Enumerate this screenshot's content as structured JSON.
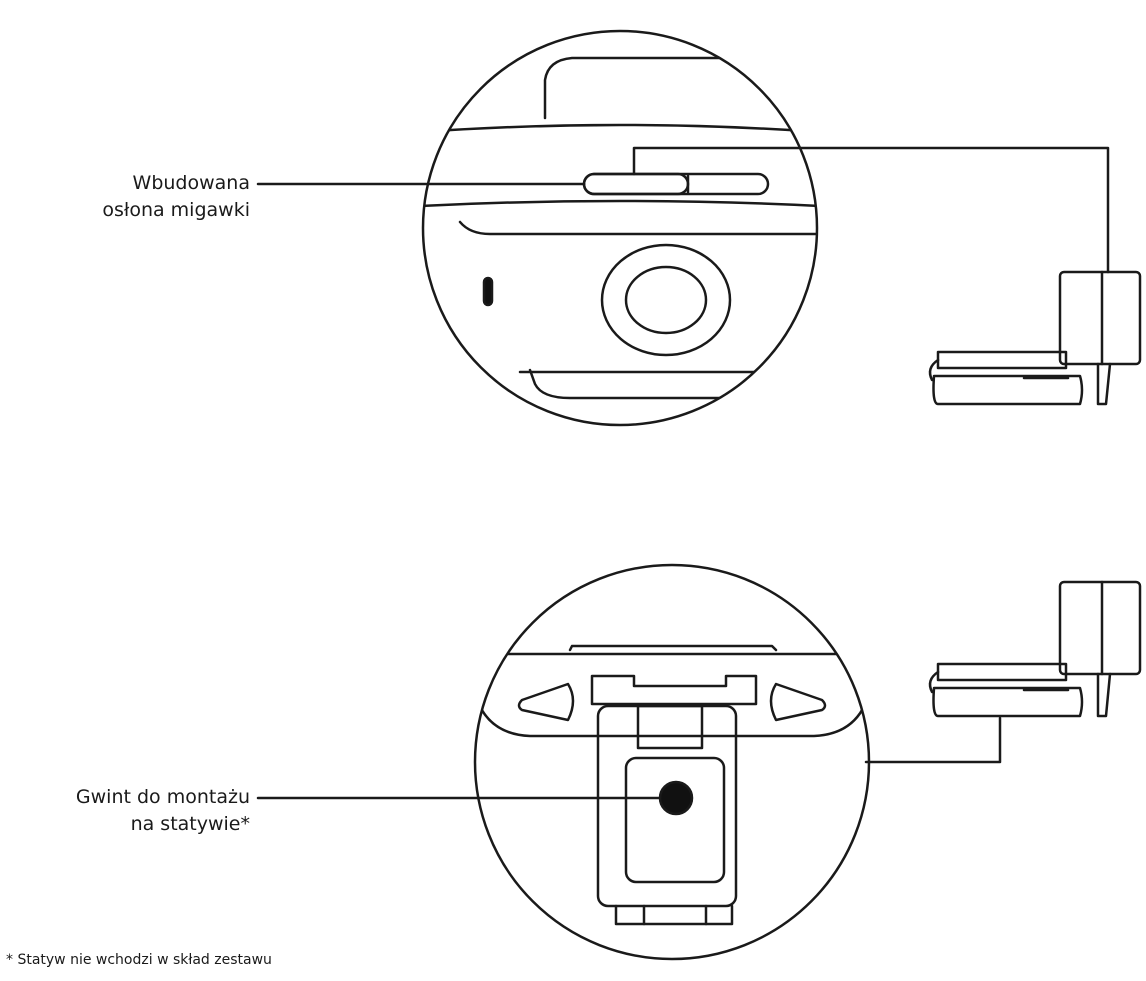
{
  "callouts": {
    "shutter": {
      "line1": "Wbudowana",
      "line2": "osłona migawki"
    },
    "tripod": {
      "line1": "Gwint do montażu",
      "line2": "na statywie*"
    }
  },
  "footnote": "* Statyw nie wchodzi w skład zestawu",
  "colors": {
    "stroke": "#1a1a1a",
    "background": "#ffffff",
    "fill_dark": "#111111"
  }
}
